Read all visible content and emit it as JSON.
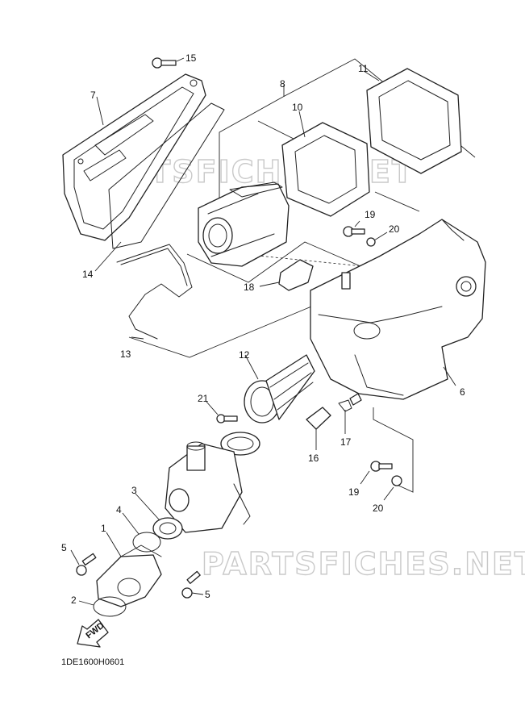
{
  "diagram_code": "1DE1600H0601",
  "watermark": "PARTSFICHES.NET",
  "fwd_label": "FWD",
  "callouts": {
    "c1": "1",
    "c2": "2",
    "c3": "3",
    "c4": "4",
    "c5a": "5",
    "c5b": "5",
    "c6": "6",
    "c7": "7",
    "c8": "8",
    "c10": "10",
    "c11": "11",
    "c12": "12",
    "c13": "13",
    "c14": "14",
    "c15": "15",
    "c16": "16",
    "c17": "17",
    "c18": "18",
    "c19a": "19",
    "c19b": "19",
    "c20a": "20",
    "c20b": "20",
    "c21": "21"
  }
}
